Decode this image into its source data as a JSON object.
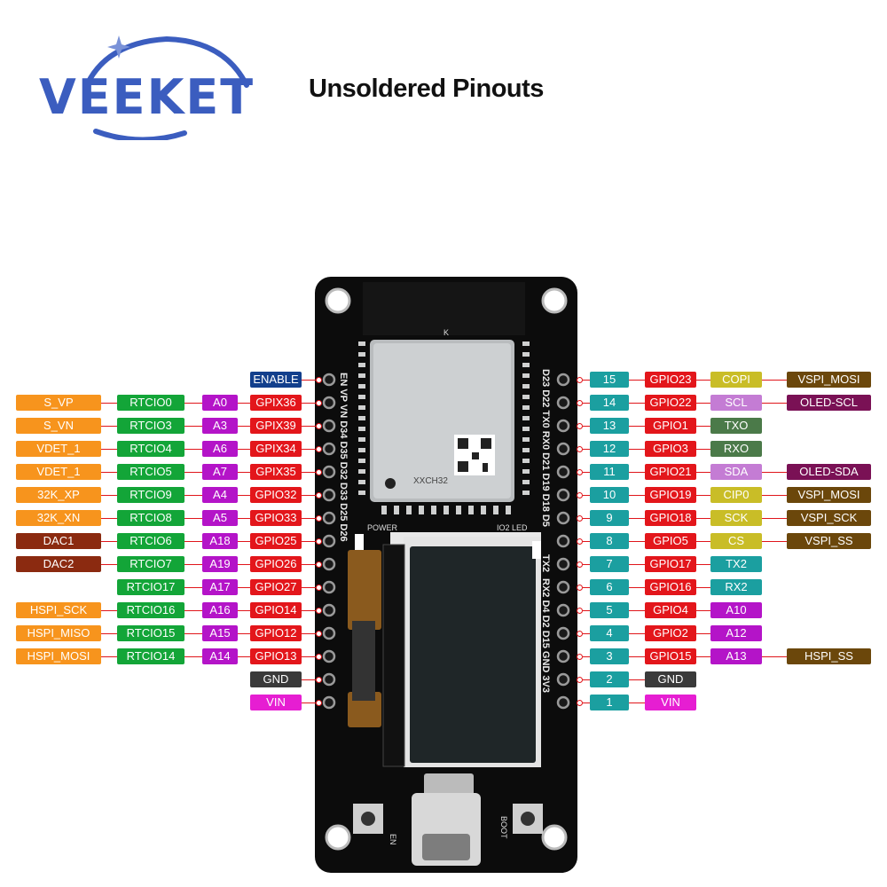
{
  "brand": {
    "logo_text": "VEEKET"
  },
  "title": "Unsoldered Pinouts",
  "colors": {
    "orange": "#f7941d",
    "green": "#13a538",
    "purple": "#b414c8",
    "red": "#e3161b",
    "navy": "#123f8c",
    "brown": "#8b2a10",
    "teal": "#1b9fa0",
    "gray": "#3a3a3a",
    "magenta": "#e61ed2",
    "olive": "#c9bd27",
    "lilac": "#c47cd4",
    "darkgreen": "#4b7a49",
    "dark": "#6b470b",
    "plum": "#7a1155"
  },
  "left_rows": [
    {
      "gpio": "ENABLE",
      "gpio_color": "navy"
    },
    {
      "c1": "S_VP",
      "c2": "RTCIO0",
      "c3": "A0",
      "gpio": "GPIX36"
    },
    {
      "c1": "S_VN",
      "c2": "RTCIO3",
      "c3": "A3",
      "gpio": "GPIX39"
    },
    {
      "c1": "VDET_1",
      "c2": "RTCIO4",
      "c3": "A6",
      "gpio": "GPIX34"
    },
    {
      "c1": "VDET_1",
      "c2": "RTCIO5",
      "c3": "A7",
      "gpio": "GPIX35"
    },
    {
      "c1": "32K_XP",
      "c2": "RTCIO9",
      "c3": "A4",
      "gpio": "GPIO32"
    },
    {
      "c1": "32K_XN",
      "c2": "RTCIO8",
      "c3": "A5",
      "gpio": "GPIO33"
    },
    {
      "c1": "DAC1",
      "c1_color": "brown",
      "c2": "RTCIO6",
      "c3": "A18",
      "gpio": "GPIO25"
    },
    {
      "c1": "DAC2",
      "c1_color": "brown",
      "c2": "RTCIO7",
      "c3": "A19",
      "gpio": "GPIO26"
    },
    {
      "c2": "RTCIO17",
      "c3": "A17",
      "gpio": "GPIO27"
    },
    {
      "c1": "HSPI_SCK",
      "c2": "RTCIO16",
      "c3": "A16",
      "gpio": "GPIO14"
    },
    {
      "c1": "HSPI_MISO",
      "c2": "RTCIO15",
      "c3": "A15",
      "gpio": "GPIO12"
    },
    {
      "c1": "HSPI_MOSI",
      "c2": "RTCIO14",
      "c3": "A14",
      "gpio": "GPIO13"
    },
    {
      "gpio": "GND",
      "gpio_color": "gray"
    },
    {
      "gpio": "VIN",
      "gpio_color": "magenta"
    }
  ],
  "right_rows": [
    {
      "num": "15",
      "gpio": "GPIO23",
      "f1": "COPI",
      "f1_color": "olive",
      "f2": "VSPI_MOSI",
      "f2_color": "dark"
    },
    {
      "num": "14",
      "gpio": "GPIO22",
      "f1": "SCL",
      "f1_color": "lilac",
      "f2": "OLED-SCL",
      "f2_color": "plum"
    },
    {
      "num": "13",
      "gpio": "GPIO1",
      "f1": "TXO",
      "f1_color": "darkgreen"
    },
    {
      "num": "12",
      "gpio": "GPIO3",
      "f1": "RXO",
      "f1_color": "darkgreen"
    },
    {
      "num": "11",
      "gpio": "GPIO21",
      "f1": "SDA",
      "f1_color": "lilac",
      "f2": "OLED-SDA",
      "f2_color": "plum"
    },
    {
      "num": "10",
      "gpio": "GPIO19",
      "f1": "CIP0",
      "f1_color": "olive",
      "f2": "VSPI_MOSI",
      "f2_color": "dark"
    },
    {
      "num": "9",
      "gpio": "GPIO18",
      "f1": "SCK",
      "f1_color": "olive",
      "f2": "VSPI_SCK",
      "f2_color": "dark"
    },
    {
      "num": "8",
      "gpio": "GPIO5",
      "f1": "CS",
      "f1_color": "olive",
      "f2": "VSPI_SS",
      "f2_color": "dark"
    },
    {
      "num": "7",
      "gpio": "GPIO17",
      "f1": "TX2",
      "f1_color": "teal"
    },
    {
      "num": "6",
      "gpio": "GPIO16",
      "f1": "RX2",
      "f1_color": "teal"
    },
    {
      "num": "5",
      "gpio": "GPIO4",
      "f1": "A10",
      "f1_color": "purple"
    },
    {
      "num": "4",
      "gpio": "GPIO2",
      "f1": "A12",
      "f1_color": "purple"
    },
    {
      "num": "3",
      "gpio": "GPIO15",
      "f1": "A13",
      "f1_color": "purple",
      "f2": "HSPI_SS",
      "f2_color": "dark"
    },
    {
      "num": "2",
      "gpio": "GND",
      "gpio_color": "gray"
    },
    {
      "num": "1",
      "gpio": "VIN",
      "gpio_color": "magenta"
    }
  ],
  "board": {
    "left_silk": "EN VP VN D34 D35 D32 D33 D25 D26",
    "right_silk_1": "D23 D22 TX0 RX0 D21 D19 D18 D5",
    "right_silk_2": "TX2",
    "right_silk_3": "RX2 D4 D2 D15 GND 3V3",
    "module_label": "XXCH32",
    "power_label": "POWER",
    "led_label": "IO2 LED",
    "k_label": "K",
    "en_label": "EN",
    "boot_label": "BOOT"
  }
}
